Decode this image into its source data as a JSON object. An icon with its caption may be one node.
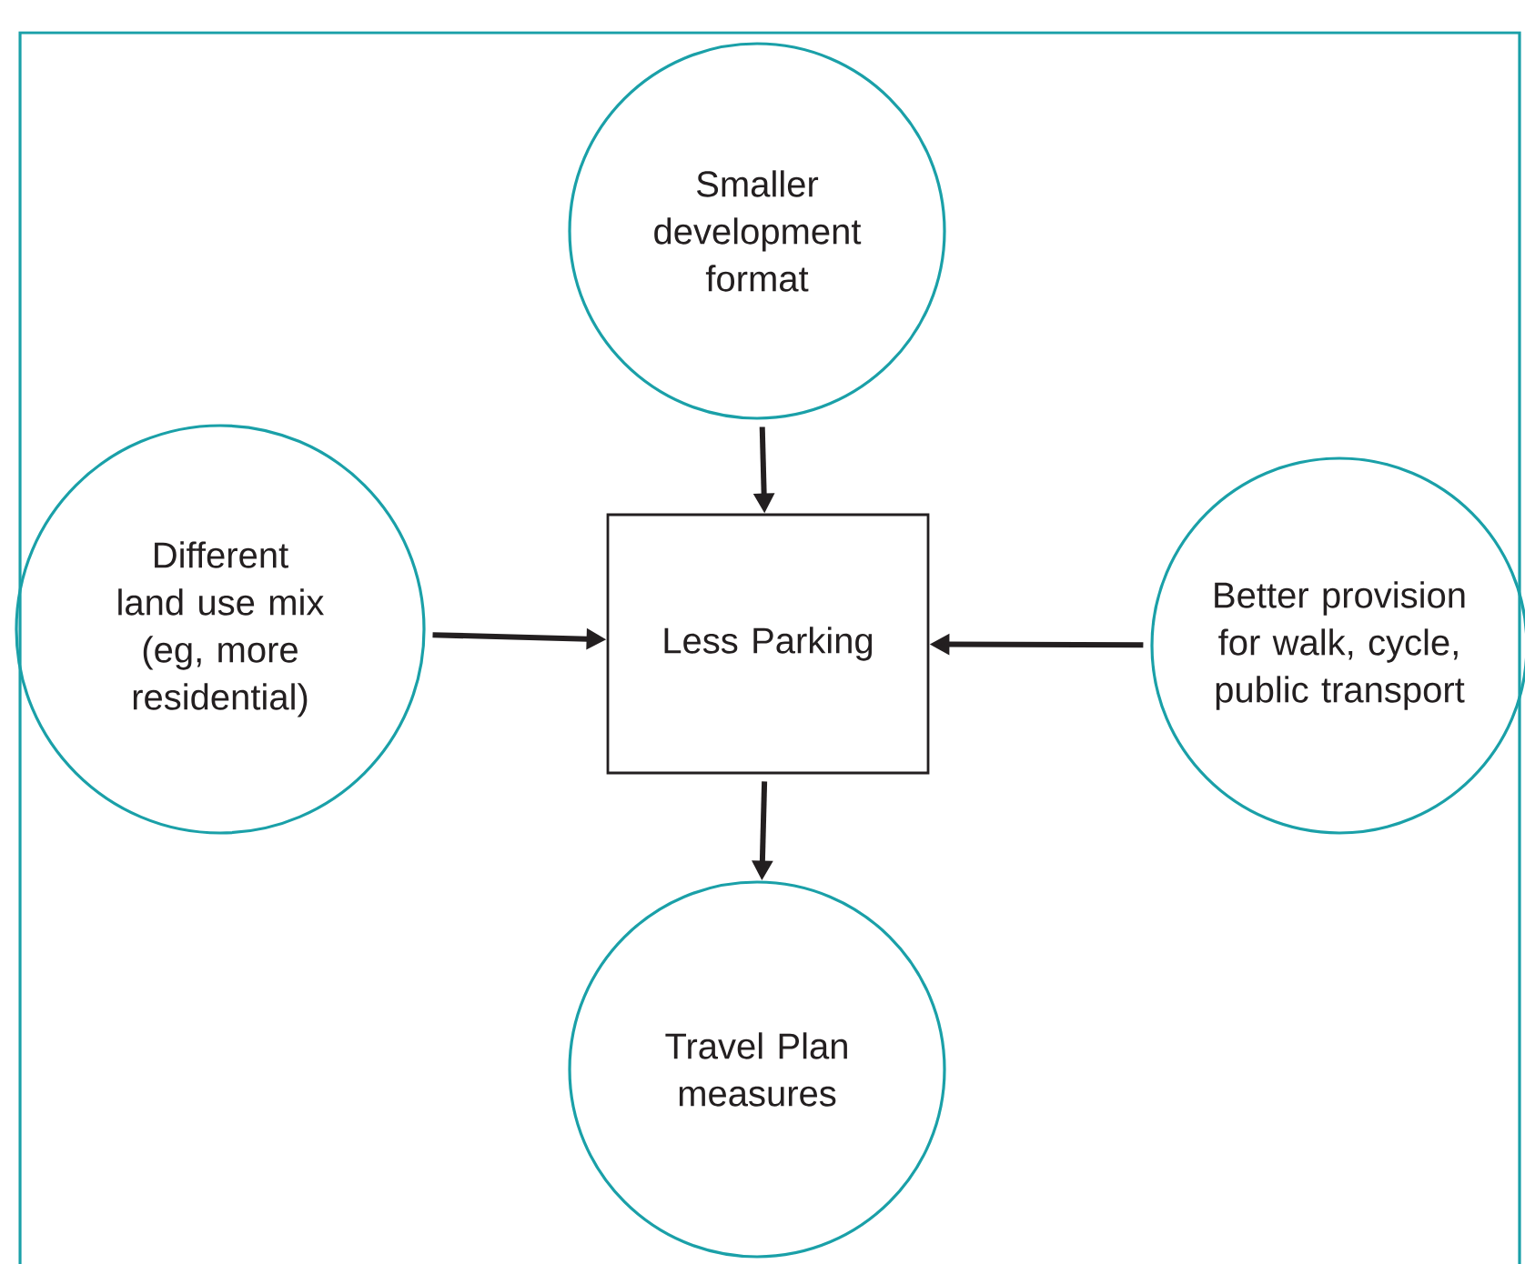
{
  "diagram": {
    "nodes": [
      {
        "text": [
          "Smaller development format"
        ]
      },
      {
        "text": [
          "Different land use mix (eg, more residential)"
        ]
      },
      {
        "text": [
          "Less Parking"
        ]
      },
      {
        "text": [
          "Better provision for walk, cycle, public transport"
        ]
      },
      {
        "text": [
          "Travel Plan measures"
        ]
      }
    ],
    "edges": [
      {
        "from": 0,
        "to": 2,
        "arrow": "to"
      },
      {
        "from": 1,
        "to": 2,
        "arrow": "to"
      },
      {
        "from": 3,
        "to": 2,
        "arrow": "to"
      },
      {
        "from": 2,
        "to": 4,
        "arrow": "to"
      }
    ]
  }
}
